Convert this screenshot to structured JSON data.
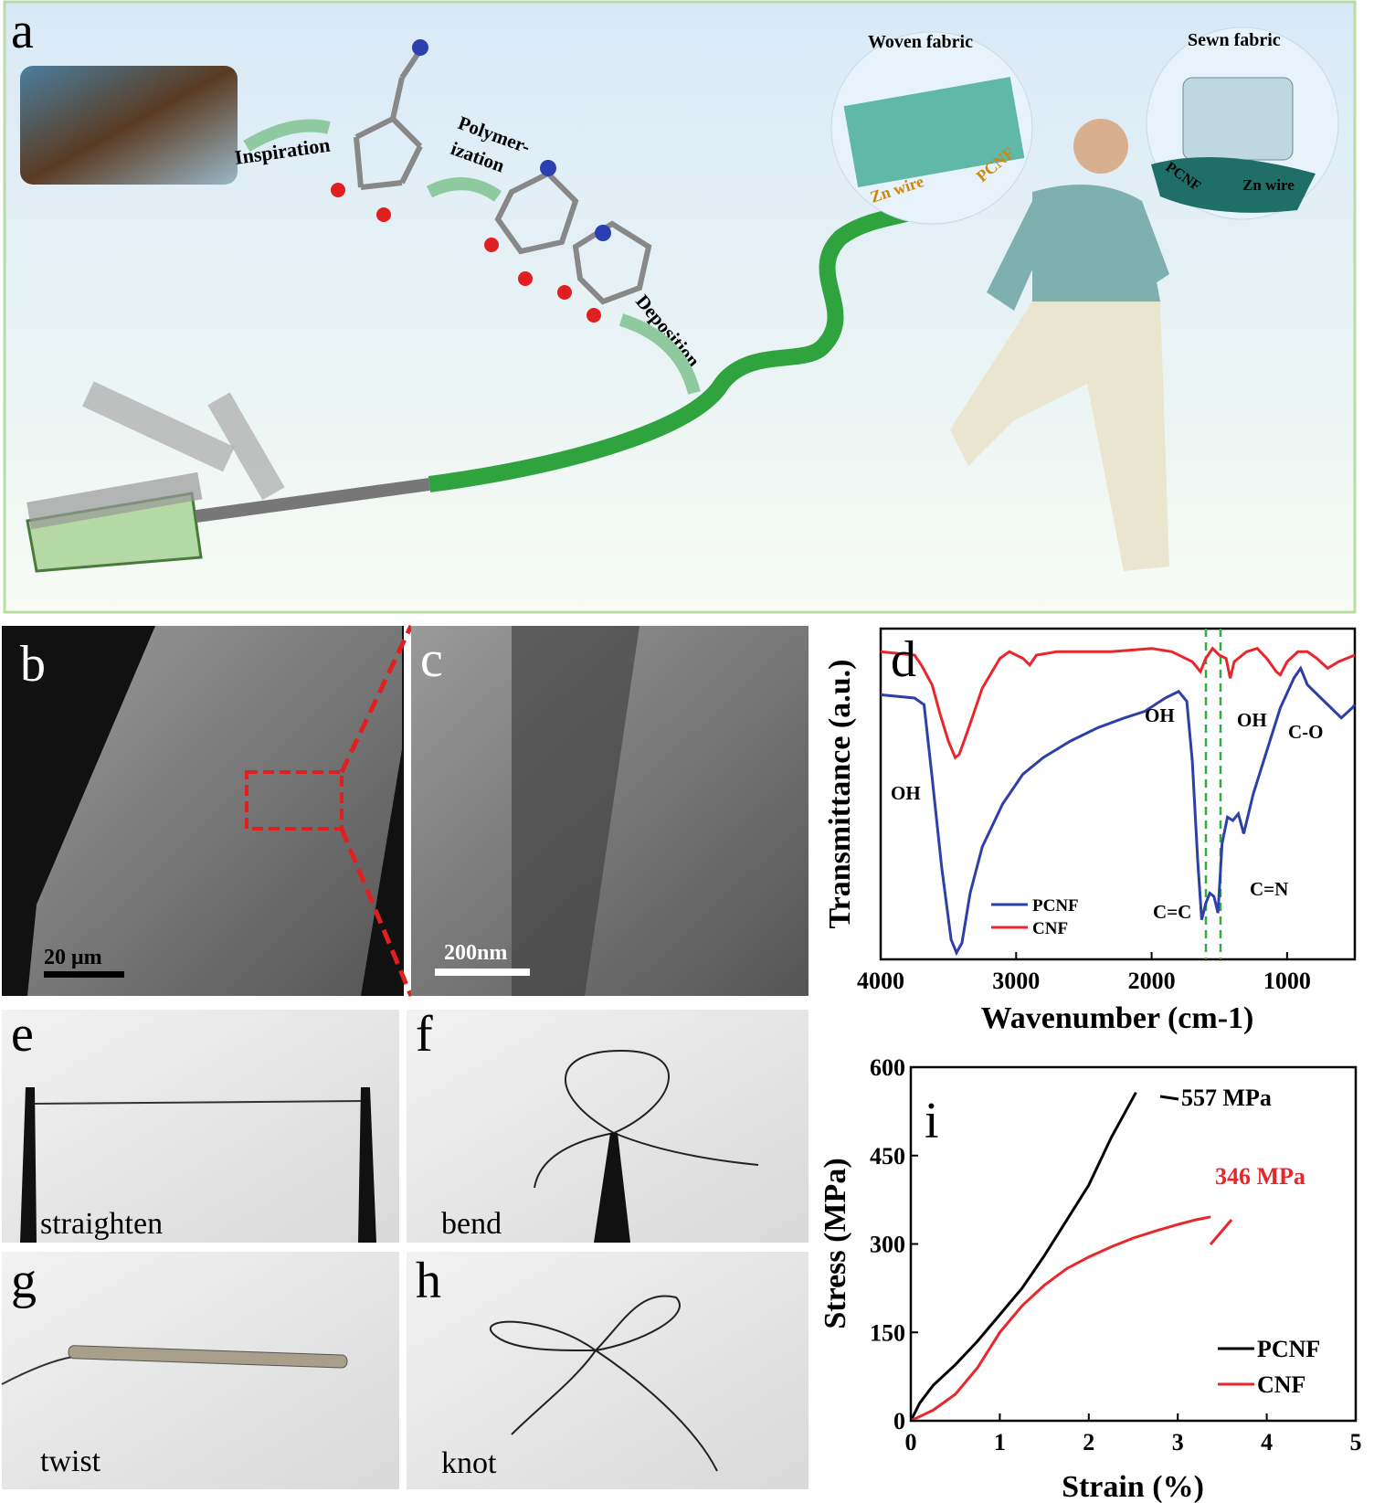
{
  "panels": {
    "a": "a",
    "b": "b",
    "c": "c",
    "d": "d",
    "e": "e",
    "f": "f",
    "g": "g",
    "h": "h",
    "i": "i"
  },
  "schematic": {
    "inspiration": "Inspiration",
    "polymer1": "Polymer-",
    "polymer2": "ization",
    "deposition": "Deposition",
    "woven": "Woven fabric",
    "sewn": "Sewn fabric",
    "zn_wire": "Zn wire",
    "pcnf": "PCNF",
    "pcnf2": "PCNF",
    "zn_wire2": "Zn wire"
  },
  "sem": {
    "b_scale": "20 μm",
    "c_scale": "200nm"
  },
  "photos": {
    "e": "straighten",
    "f": "bend",
    "g": "twist",
    "h": "knot"
  },
  "colors": {
    "pcnf_ftir": "#2e3fa8",
    "cnf": "#e8262b",
    "pcnf_stress": "#000000",
    "guide": "#2fae3a",
    "bg_a": "#e8f3fa"
  },
  "chart_data": [
    {
      "type": "line",
      "title": "",
      "xlabel": "Wavenumber (cm-1)",
      "ylabel": "Transmittance (a.u.)",
      "xlim": [
        4000,
        500
      ],
      "ylim": [
        0,
        100
      ],
      "xticks": [
        "4000",
        "3000",
        "2000",
        "1000"
      ],
      "legend": "bottom-left",
      "series": [
        {
          "name": "PCNF",
          "points": [
            [
              4000,
              80
            ],
            [
              3750,
              79
            ],
            [
              3680,
              77
            ],
            [
              3620,
              55
            ],
            [
              3550,
              28
            ],
            [
              3480,
              6
            ],
            [
              3440,
              2
            ],
            [
              3400,
              5
            ],
            [
              3340,
              20
            ],
            [
              3250,
              34
            ],
            [
              3100,
              47
            ],
            [
              2950,
              56
            ],
            [
              2800,
              61
            ],
            [
              2600,
              66
            ],
            [
              2400,
              70
            ],
            [
              2200,
              73
            ],
            [
              2050,
              75
            ],
            [
              1900,
              79
            ],
            [
              1800,
              81
            ],
            [
              1740,
              78
            ],
            [
              1700,
              60
            ],
            [
              1660,
              30
            ],
            [
              1630,
              12
            ],
            [
              1600,
              17
            ],
            [
              1570,
              20
            ],
            [
              1540,
              19
            ],
            [
              1510,
              14
            ],
            [
              1480,
              35
            ],
            [
              1440,
              43
            ],
            [
              1400,
              42
            ],
            [
              1360,
              44
            ],
            [
              1320,
              38
            ],
            [
              1250,
              50
            ],
            [
              1150,
              63
            ],
            [
              1050,
              76
            ],
            [
              950,
              85
            ],
            [
              900,
              88
            ],
            [
              850,
              83
            ],
            [
              750,
              79
            ],
            [
              600,
              73
            ],
            [
              520,
              76
            ],
            [
              500,
              77
            ]
          ]
        },
        {
          "name": "CNF",
          "points": [
            [
              4000,
              93
            ],
            [
              3750,
              92
            ],
            [
              3700,
              89
            ],
            [
              3620,
              83
            ],
            [
              3560,
              74
            ],
            [
              3500,
              66
            ],
            [
              3450,
              61
            ],
            [
              3420,
              62
            ],
            [
              3350,
              70
            ],
            [
              3250,
              82
            ],
            [
              3120,
              91
            ],
            [
              3050,
              93
            ],
            [
              2950,
              91
            ],
            [
              2900,
              89
            ],
            [
              2850,
              92
            ],
            [
              2700,
              93
            ],
            [
              2300,
              93
            ],
            [
              2000,
              94
            ],
            [
              1850,
              93
            ],
            [
              1700,
              90
            ],
            [
              1640,
              87
            ],
            [
              1600,
              91
            ],
            [
              1550,
              94
            ],
            [
              1500,
              92
            ],
            [
              1450,
              91
            ],
            [
              1420,
              85
            ],
            [
              1390,
              90
            ],
            [
              1300,
              93
            ],
            [
              1220,
              94
            ],
            [
              1150,
              91
            ],
            [
              1080,
              87
            ],
            [
              1050,
              86
            ],
            [
              1000,
              90
            ],
            [
              920,
              93
            ],
            [
              850,
              93
            ],
            [
              780,
              91
            ],
            [
              700,
              88
            ],
            [
              620,
              90
            ],
            [
              500,
              92
            ]
          ]
        }
      ],
      "annotations": [
        "OH",
        "OH",
        "OH",
        "C-O",
        "C=C",
        "C=N"
      ]
    },
    {
      "type": "line",
      "title": "",
      "xlabel": "Strain (%)",
      "ylabel": "Stress (MPa)",
      "xlim": [
        0,
        5
      ],
      "ylim": [
        0,
        600
      ],
      "xticks": [
        "0",
        "1",
        "2",
        "3",
        "4",
        "5"
      ],
      "yticks": [
        "0",
        "150",
        "300",
        "450",
        "600"
      ],
      "legend": "bottom-right",
      "series": [
        {
          "name": "PCNF",
          "points": [
            [
              0,
              0
            ],
            [
              0.1,
              30
            ],
            [
              0.25,
              60
            ],
            [
              0.5,
              95
            ],
            [
              0.75,
              135
            ],
            [
              1,
              180
            ],
            [
              1.25,
              225
            ],
            [
              1.5,
              280
            ],
            [
              1.75,
              340
            ],
            [
              2,
              400
            ],
            [
              2.25,
              480
            ],
            [
              2.53,
              557
            ]
          ],
          "max_label": "557 MPa"
        },
        {
          "name": "CNF",
          "points": [
            [
              0,
              0
            ],
            [
              0.25,
              18
            ],
            [
              0.5,
              45
            ],
            [
              0.75,
              90
            ],
            [
              1,
              150
            ],
            [
              1.25,
              195
            ],
            [
              1.5,
              230
            ],
            [
              1.75,
              258
            ],
            [
              2,
              278
            ],
            [
              2.25,
              295
            ],
            [
              2.5,
              310
            ],
            [
              2.75,
              322
            ],
            [
              3,
              333
            ],
            [
              3.2,
              341
            ],
            [
              3.37,
              346
            ]
          ],
          "max_label": "346 MPa"
        }
      ]
    }
  ]
}
